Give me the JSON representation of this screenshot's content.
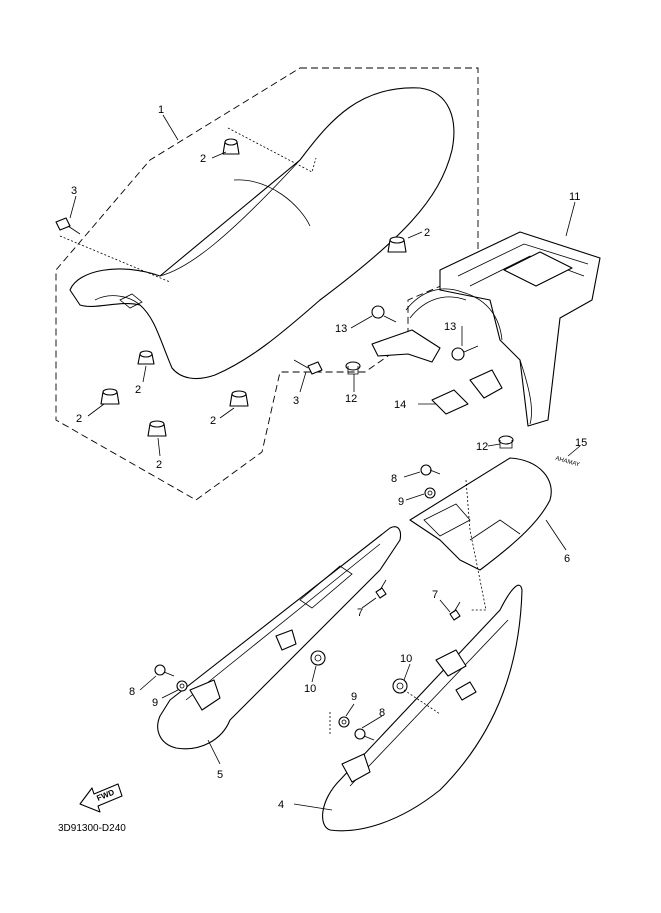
{
  "diagram": {
    "code": "3D91300-D240",
    "fwd_label": "FWD",
    "mark_text": "AHAMAY",
    "callouts": {
      "c1": "1",
      "c2a": "2",
      "c2b": "2",
      "c2c": "2",
      "c2d": "2",
      "c2e": "2",
      "c2f": "2",
      "c3a": "3",
      "c3b": "3",
      "c4": "4",
      "c5": "5",
      "c6": "6",
      "c7a": "7",
      "c7b": "7",
      "c8a": "8",
      "c8b": "8",
      "c8c": "8",
      "c9a": "9",
      "c9b": "9",
      "c9c": "9",
      "c10a": "10",
      "c10b": "10",
      "c11": "11",
      "c12a": "12",
      "c12b": "12",
      "c13a": "13",
      "c13b": "13",
      "c14": "14",
      "c15": "15"
    }
  }
}
